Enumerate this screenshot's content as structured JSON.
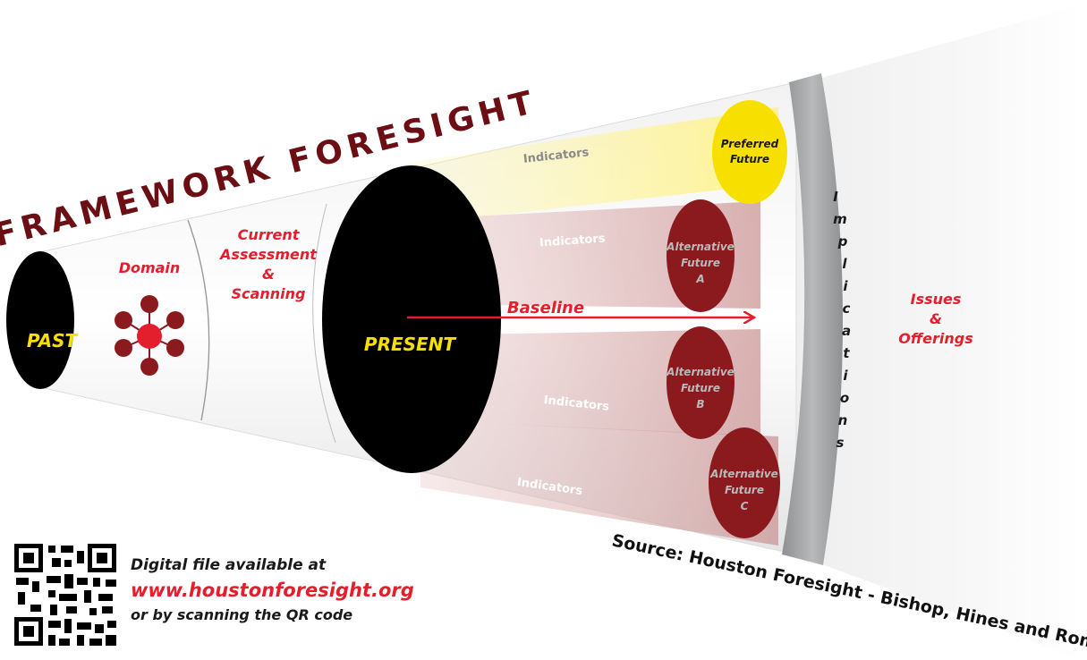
{
  "title": "FRAMEWORK FORESIGHT",
  "stages": {
    "past": "PAST",
    "domain": "Domain",
    "current_assessment": [
      "Current",
      "Assessment",
      "&",
      "Scanning"
    ],
    "present": "PRESENT",
    "baseline": "Baseline",
    "implications": [
      "I",
      "m",
      "p",
      "l",
      "i",
      "c",
      "a",
      "t",
      "i",
      "o",
      "n",
      "s"
    ],
    "issues_offerings": [
      "Issues",
      "&",
      "Offerings"
    ]
  },
  "futures": {
    "preferred": [
      "Preferred",
      "Future"
    ],
    "alt_a": [
      "Alternative",
      "Future",
      "A"
    ],
    "alt_b": [
      "Alternative",
      "Future",
      "B"
    ],
    "alt_c": [
      "Alternative",
      "Future",
      "C"
    ]
  },
  "indicators": [
    "Indicators",
    "Indicators",
    "Indicators",
    "Indicators"
  ],
  "footer": {
    "line1": "Digital file available at",
    "url": "www.houstonforesight.org",
    "line3": "or by scanning the QR code",
    "source": "Source: Houston Foresight - Bishop, Hines and Romero"
  },
  "colors": {
    "red": "#e31e2d",
    "dark_red": "#8b1a1f",
    "yellow": "#f7e000",
    "black": "#000000",
    "grey_band": "#a7a9ab",
    "title": "#6b0f14"
  },
  "icons": {
    "qr": "qr-code-icon",
    "domain": "domain-network-icon"
  }
}
